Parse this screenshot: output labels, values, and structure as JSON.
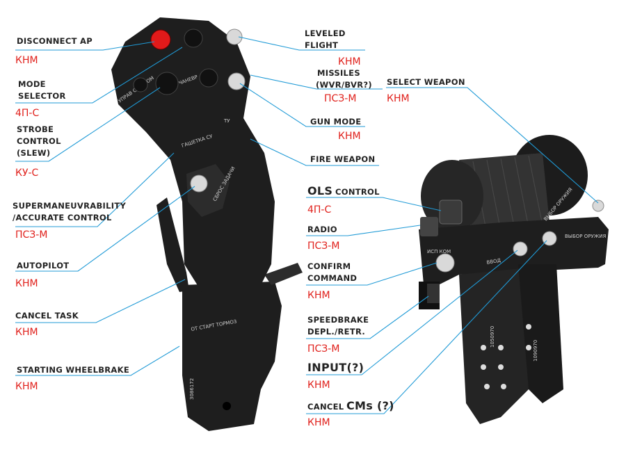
{
  "left_labels": [
    {
      "id": "disconnect-ap",
      "lines": [
        "DISCONNECT AP"
      ],
      "code": "КНМ"
    },
    {
      "id": "mode-selector",
      "lines": [
        "MODE",
        "SELECTOR"
      ],
      "code": "4П-С"
    },
    {
      "id": "strobe-control",
      "lines": [
        "STROBE",
        "CONTROL",
        "(SLEW)"
      ],
      "code": "КУ-С"
    },
    {
      "id": "supermaneuvrability",
      "lines": [
        "SUPERMANEUVRABILITY",
        "/ACCURATE CONTROL"
      ],
      "code": "ПСЗ-М"
    },
    {
      "id": "autopilot",
      "lines": [
        "AUTOPILOT"
      ],
      "code": "КНМ"
    },
    {
      "id": "cancel-task",
      "lines": [
        "CANCEL TASK"
      ],
      "code": "КНМ"
    },
    {
      "id": "starting-wheelbrake",
      "lines": [
        "STARTING WHEELBRAKE"
      ],
      "code": "КНМ"
    }
  ],
  "center_labels": [
    {
      "id": "leveled-flight",
      "lines": [
        "LEVELED",
        "FLIGHT"
      ],
      "code": "КНМ"
    },
    {
      "id": "missiles",
      "lines": [
        "MISSILES",
        "(WVR/BVR?)"
      ],
      "code": "ПСЗ-М"
    },
    {
      "id": "gun-mode",
      "lines": [
        "GUN MODE"
      ],
      "code": "КНМ"
    },
    {
      "id": "fire-weapon",
      "lines": [
        "FIRE WEAPON"
      ],
      "code": ""
    },
    {
      "id": "select-weapon",
      "lines": [
        "SELECT WEAPON"
      ],
      "code": "КНМ"
    }
  ],
  "right_labels": [
    {
      "id": "ols-control",
      "prefix": "OLS",
      "lines": [
        "CONTROL"
      ],
      "code": "4П-С"
    },
    {
      "id": "radio",
      "lines": [
        "RADIO"
      ],
      "code": "ПСЗ-М"
    },
    {
      "id": "confirm-command",
      "lines": [
        "CONFIRM",
        "COMMAND"
      ],
      "code": "КНМ"
    },
    {
      "id": "speedbrake",
      "lines": [
        "SPEEDBRAKE",
        "DEPL./RETR."
      ],
      "code": "ПСЗ-М"
    },
    {
      "id": "input",
      "lines": [
        "INPUT(?)"
      ],
      "code": "КНМ"
    },
    {
      "id": "cancel-cms",
      "prefix": "CANCEL",
      "lines": [
        "CMs (?)"
      ],
      "code": "КНМ"
    }
  ],
  "engravings": {
    "stick_left": "УПРАВ СТРОБОМ",
    "stick_top": "ЧАНЕВР",
    "stick_mid": "ГАШЕТКА СУ",
    "stick_tv": "ТУ",
    "stick_cancel": "СБРОС ЗАДАЧИ",
    "stick_brake": "ОТ СТАРТ ТОРМОЗ",
    "stick_serial": "3086172",
    "throttle_top": "ВЫБОР ОРУЖИЯ",
    "throttle_side": "ВЫБОР ОРУЖИЯ",
    "throttle_input": "ВВОД",
    "throttle_confirm": "ИСП КОМ",
    "throttle_serial": "1050970",
    "throttle_serial2": "1090970"
  },
  "colors": {
    "leader": "#1f9ad6",
    "code": "#e0201b",
    "label": "#222222",
    "red_button": "#e11a1a"
  }
}
